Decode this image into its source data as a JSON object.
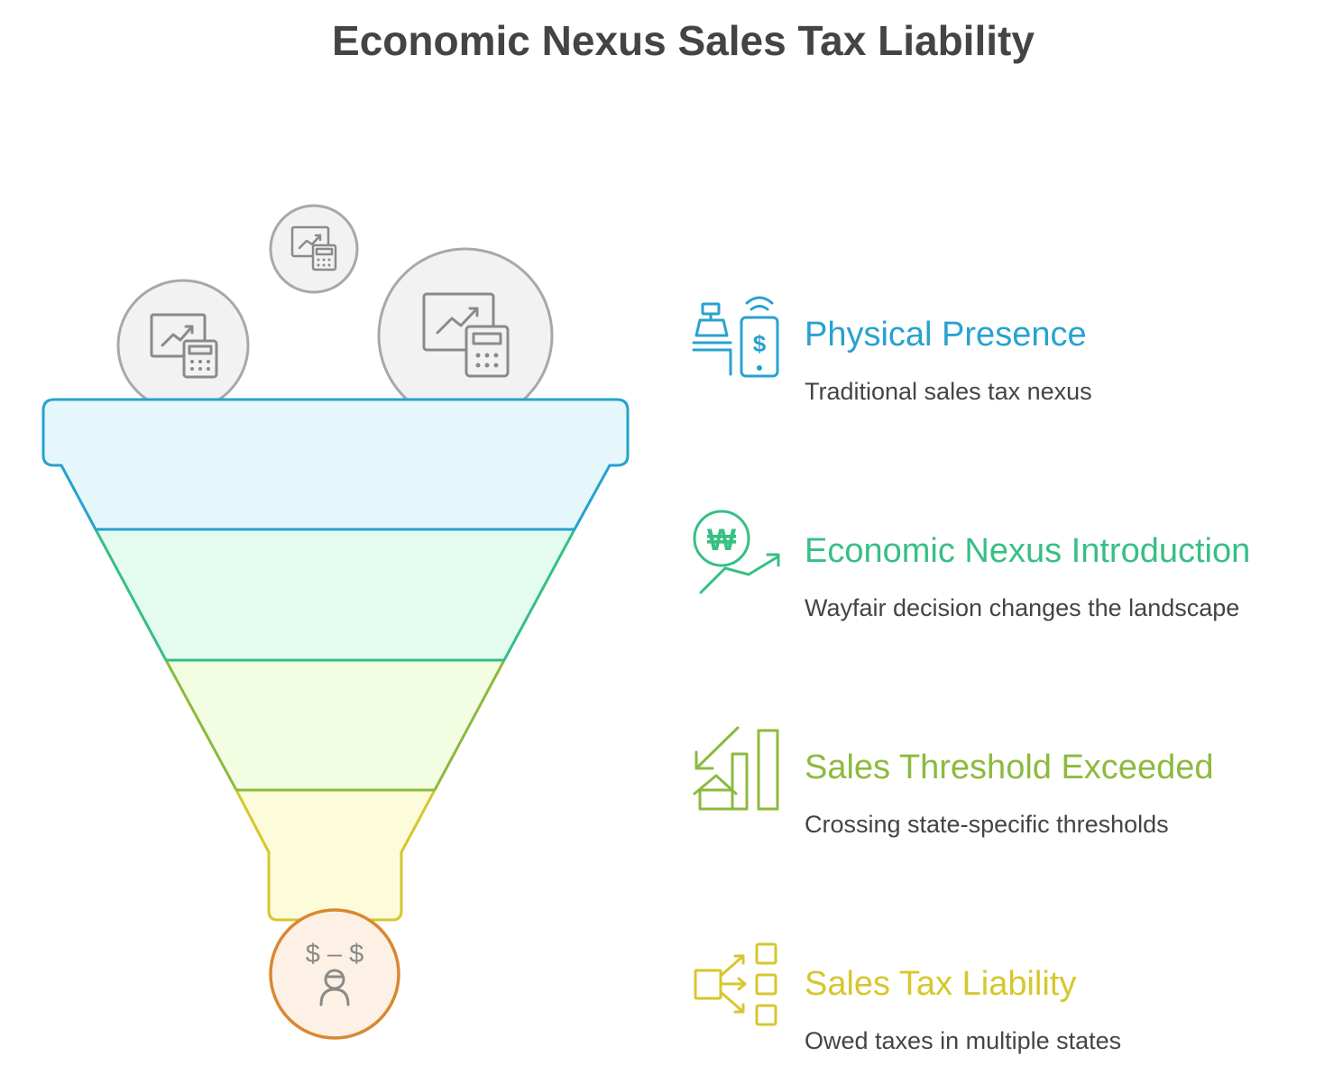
{
  "title": "Economic Nexus Sales Tax Liability",
  "colors": {
    "stroke_blue": "#27a2cf",
    "stroke_green": "#37bf84",
    "stroke_olive": "#8cba3e",
    "stroke_yellow": "#d6c72e",
    "stroke_orange": "#d98831",
    "fill_blue": "#e6f7fc",
    "fill_green": "#e4fcef",
    "fill_olive": "#f2fde1",
    "fill_yellow": "#fcfbda",
    "fill_orange": "#fdf1e5",
    "circle_fill": "#f2f2f2",
    "circle_stroke": "#a8a8a8",
    "text_dark": "#444444"
  },
  "top_bubbles": [
    {
      "icon": "chart-calculator-icon"
    },
    {
      "icon": "chart-calculator-icon"
    },
    {
      "icon": "chart-calculator-icon"
    }
  ],
  "bottom_bubble": {
    "icon": "dollar-person-icon"
  },
  "stages": [
    {
      "title": "Physical Presence",
      "description": "Traditional sales tax nexus",
      "icon": "cash-register-phone-icon",
      "color": "#27a2cf"
    },
    {
      "title": "Economic Nexus Introduction",
      "description": "Wayfair decision changes the landscape",
      "icon": "won-trend-icon",
      "color": "#37bf84"
    },
    {
      "title": "Sales Threshold Exceeded",
      "description": "Crossing state-specific thresholds",
      "icon": "house-bars-icon",
      "color": "#8cba3e"
    },
    {
      "title": "Sales Tax Liability",
      "description": "Owed taxes in multiple states",
      "icon": "distribution-icon",
      "color": "#d6c72e"
    }
  ]
}
